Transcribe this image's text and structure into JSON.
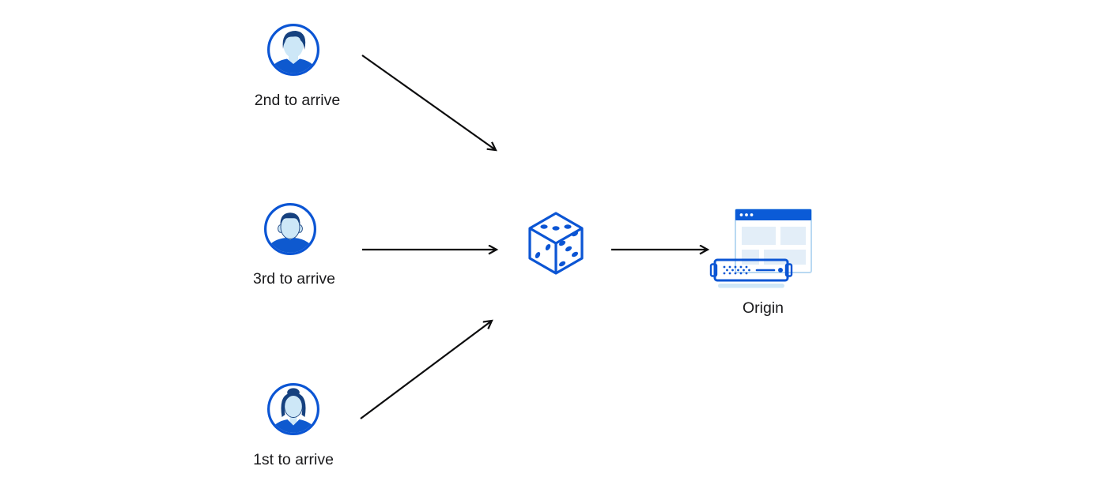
{
  "diagram": {
    "clients": [
      {
        "label": "2nd to arrive",
        "avatar": "man-swept-hair-avatar"
      },
      {
        "label": "3rd to arrive",
        "avatar": "man-short-hair-avatar"
      },
      {
        "label": "1st to arrive",
        "avatar": "woman-bun-avatar"
      }
    ],
    "load_balancer": {
      "icon": "dice-icon"
    },
    "origin": {
      "label": "Origin",
      "icon": "origin-server-icon"
    }
  },
  "colors": {
    "accent_blue": "#0b55d4",
    "shirt_blue": "#0e59cf",
    "dark_navy": "#16417f",
    "light_blue_fill": "#cde7f7",
    "pale_blue_block": "#e3eef8",
    "window_border": "#b9d9f2",
    "server_shadow": "#cfe7f7",
    "titlebar_blue": "#0b5bd7",
    "arrow_black": "#0d0d0e",
    "text_black": "#1a1a1c"
  }
}
